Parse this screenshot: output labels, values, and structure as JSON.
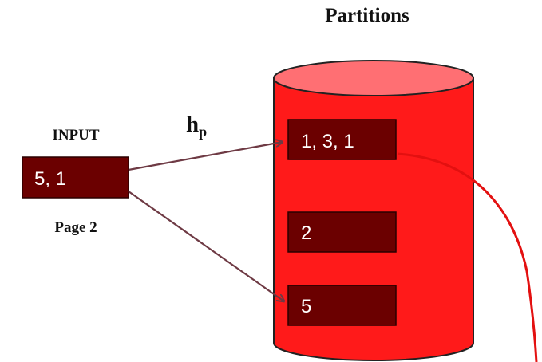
{
  "title": "Partitions",
  "input": {
    "label": "INPUT",
    "value": "5, 1",
    "page_label": "Page 2"
  },
  "hash": {
    "base": "h",
    "subscript": "p"
  },
  "partitions": [
    {
      "value": "1, 3, 1"
    },
    {
      "value": "2"
    },
    {
      "value": "5"
    }
  ],
  "colors": {
    "cylinder": "#ff1a1a",
    "cylinder_top": "#ff6f73",
    "box": "#6b0000",
    "arrow": "#6e3a44",
    "curve": "#e31010"
  }
}
